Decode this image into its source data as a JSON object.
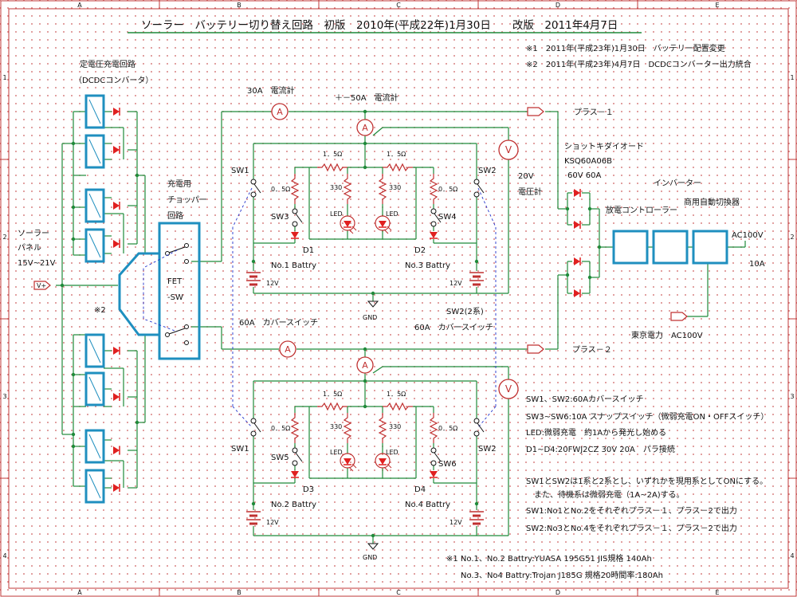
{
  "title": "ソーラー　バッテリー切り替え回路　初版　2010年(平成22年)1月30日　　改版　2011年4月7日",
  "frame": {
    "cols_top": [
      "A",
      "B",
      "C",
      "D",
      "E"
    ],
    "cols_bottom": [
      "A",
      "B",
      "C",
      "D",
      "E"
    ],
    "rows_left": [
      "1",
      "2",
      "3",
      "4"
    ],
    "rows_right": [
      "1",
      "2",
      "3",
      "4"
    ]
  },
  "revisions": {
    "rev1": "※1　2011年(平成23年)1月30日　バッテリー配置変更",
    "rev2": "※2　2011年(平成23年)4月7日　DCDCコンバーター出力統合"
  },
  "labels": {
    "charger_title": "定電圧充電回路",
    "charger_sub": "（DCDCコンバータ）",
    "solar1": "ソーラー",
    "solar2": "パネル",
    "solar3": "15V~21V",
    "vplus": "V+",
    "note2": "※2",
    "chopper1": "充電用",
    "chopper2": "チョッパー",
    "chopper3": "回路",
    "fet1": "FET",
    "fet2": "-SW",
    "ammeter30": "30A　電流計",
    "ammeter50": "＋－50A　電流計",
    "volt20": "20V",
    "voltmeter": "電圧計",
    "plus1": "プラス－１",
    "plus2": "プラス－２",
    "schottky1": "ショットキダイオード",
    "schottky2": "KSQ60A06B",
    "schottky3": "60V 60A",
    "inverter": "インバーター",
    "discharge": "放電コントローラー",
    "autoswitch": "商用自動切換器",
    "ac100": "AC100V",
    "amp10": "10A",
    "tepco": "東京電力　AC100V",
    "cover_sw_left": "60A　カバースイッチ",
    "sw2_sys": "SW2(2系)",
    "cover_sw_right": "60A　カバースイッチ",
    "gnd": "GND",
    "A": "A",
    "V": "V"
  },
  "upper": {
    "sw_left": "SW1",
    "sw_right": "SW2",
    "sw_small_left": "SW3",
    "sw_small_right": "SW4",
    "r_series_left": "1．5Ω",
    "r_series_right": "1．5Ω",
    "r_small_left": "0．5Ω",
    "r_small_right": "0．5Ω",
    "r330_left": "330",
    "r330_right": "330",
    "led_left": "LED",
    "led_right": "LED",
    "d_left": "D1",
    "d_right": "D2",
    "batt_left": "No.1 Battry",
    "batt_right": "No.3 Battry",
    "v_left": "12V",
    "v_right": "12V"
  },
  "lower": {
    "sw_left": "SW1",
    "sw_right": "SW2",
    "sw_small_left": "SW5",
    "sw_small_right": "SW6",
    "r_series_left": "1．5Ω",
    "r_series_right": "1．5Ω",
    "r_small_left": "0．5Ω",
    "r_small_right": "0．5Ω",
    "r330_left": "330",
    "r330_right": "330",
    "led_left": "LED",
    "led_right": "LED",
    "d_left": "D3",
    "d_right": "D4",
    "batt_left": "No.2 Battry",
    "batt_right": "No.4 Battry",
    "v_left": "12V",
    "v_right": "12V"
  },
  "notes": [
    "SW1、SW2:60Aカバースイッチ",
    "SW3~SW6:10A スナップスイッチ（微弱充電ON・OFFスイッチ）",
    "LED:微弱充電　約1Aから発光し始める",
    "D1~D4:20FWJ2CZ 30V 20A　パラ接続",
    "SW1とSW2は1系と2系とし、いずれかを現用系としてONにする。",
    "　また、待機系は微弱充電（1A~2A)する。",
    "SW1:No1とNo.2をそれぞれプラス－１、プラス－2で出力",
    "SW2:No3とNo.4をそれぞれプラス－１、プラス－2で出力"
  ],
  "battery_notes": [
    "※1  No.1、No.2 Battry:YUASA 195G51  JIS規格  140Ah",
    "No.3、No4 Battry:Trojan J185G  規格20時間率:180Ah"
  ],
  "colors": {
    "wire": "#1f8a3a",
    "border": "#c03a3a",
    "converter": "#1f8fbf",
    "diode": "#e02020",
    "text": "#111111",
    "dash": "#2233cc",
    "meter": "#c03030"
  }
}
